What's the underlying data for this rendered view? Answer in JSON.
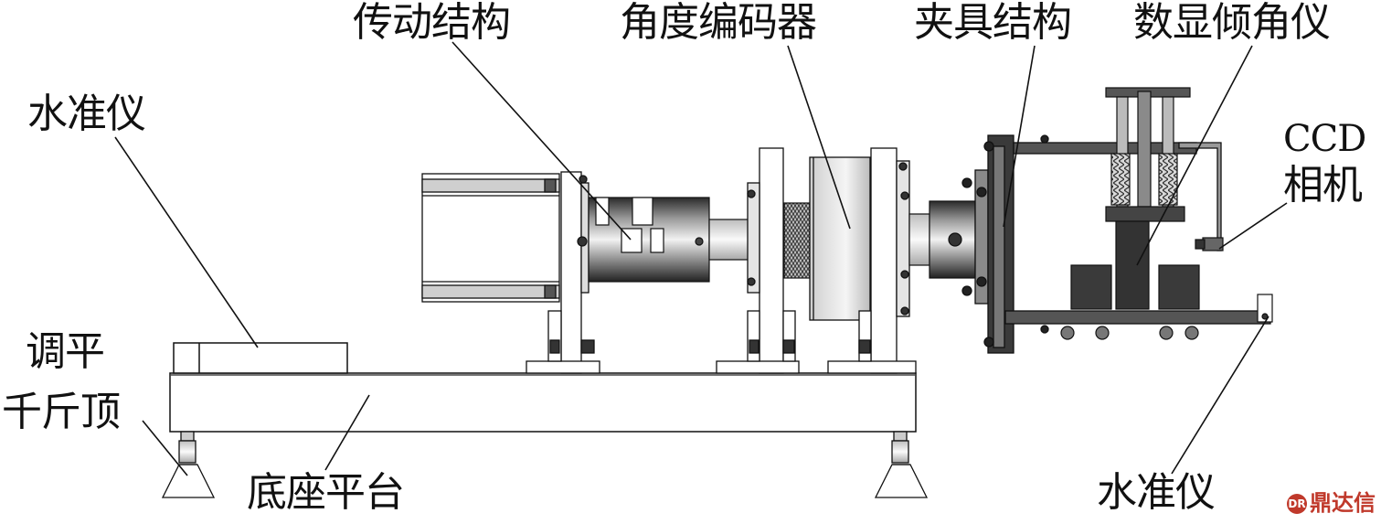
{
  "labels": {
    "transmission": "传动结构",
    "encoder": "角度编码器",
    "fixture": "夹具结构",
    "inclinometer": "数显倾角仪",
    "level_left": "水准仪",
    "ccd_line1": "CCD",
    "ccd_line2": "相机",
    "jack_line1": "调平",
    "jack_line2": "千斤顶",
    "base": "底座平台",
    "level_right": "水准仪"
  },
  "watermark": "鼎达信",
  "colors": {
    "ink": "#111111",
    "metal_dark": "#2b2b2b",
    "metal_mid": "#7a7a7a",
    "metal_light": "#d9d9d9",
    "watermark": "#c0392b"
  }
}
